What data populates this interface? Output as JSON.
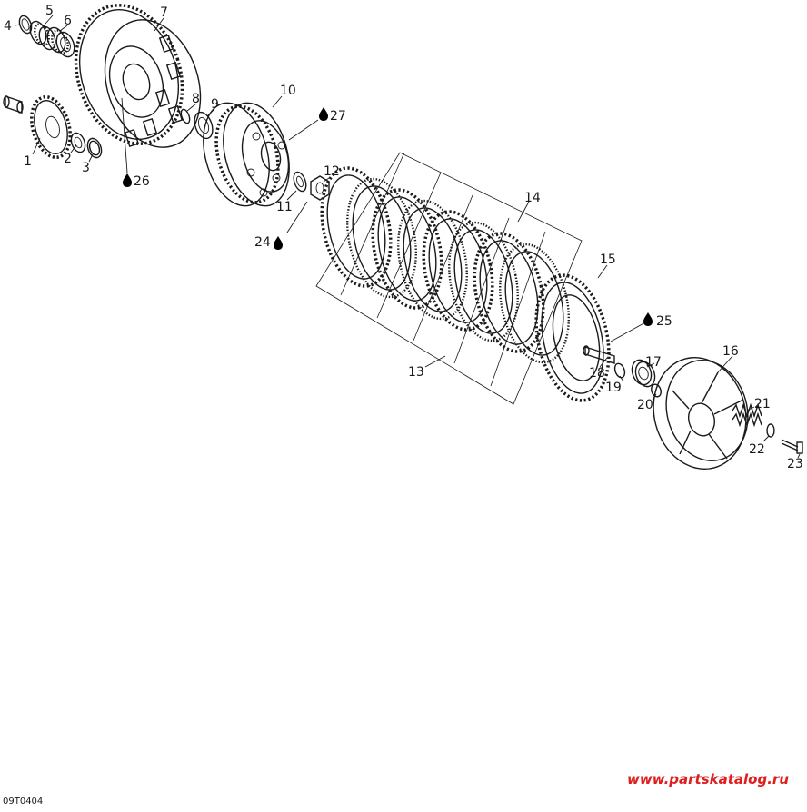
{
  "callouts": [
    {
      "id": "1",
      "label": "1"
    },
    {
      "id": "2",
      "label": "2"
    },
    {
      "id": "3",
      "label": "3"
    },
    {
      "id": "4",
      "label": "4"
    },
    {
      "id": "5",
      "label": "5"
    },
    {
      "id": "6",
      "label": "6"
    },
    {
      "id": "7",
      "label": "7"
    },
    {
      "id": "8",
      "label": "8"
    },
    {
      "id": "9",
      "label": "9"
    },
    {
      "id": "10",
      "label": "10"
    },
    {
      "id": "11",
      "label": "11"
    },
    {
      "id": "12",
      "label": "12"
    },
    {
      "id": "13",
      "label": "13"
    },
    {
      "id": "14",
      "label": "14"
    },
    {
      "id": "15",
      "label": "15"
    },
    {
      "id": "16",
      "label": "16"
    },
    {
      "id": "17",
      "label": "17"
    },
    {
      "id": "18",
      "label": "18"
    },
    {
      "id": "19",
      "label": "19"
    },
    {
      "id": "20",
      "label": "20"
    },
    {
      "id": "21",
      "label": "21"
    },
    {
      "id": "22",
      "label": "22"
    },
    {
      "id": "23",
      "label": "23"
    }
  ],
  "lubricant_callouts": [
    {
      "id": "24",
      "label": "24"
    },
    {
      "id": "25",
      "label": "25"
    },
    {
      "id": "26",
      "label": "26"
    },
    {
      "id": "27",
      "label": "27"
    }
  ],
  "figure_code": "09T0404",
  "watermark": "www.partskatalog.ru",
  "colors": {
    "line": "#1a1a1a",
    "watermark": "#e01e1e",
    "background": "#ffffff"
  },
  "icons": {
    "lubricant": "oil-drop-icon"
  }
}
